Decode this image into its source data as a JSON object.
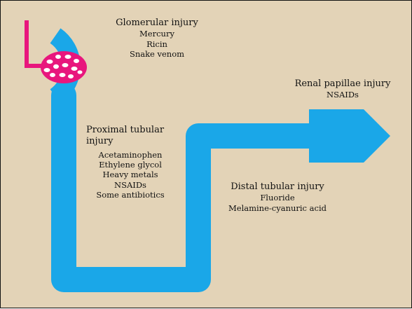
{
  "glomerular": {
    "title": "Glomerular injury",
    "agents": [
      "Mercury",
      "Ricin",
      "Snake venom"
    ]
  },
  "proximal": {
    "title": "Proximal tubular injury",
    "agents": [
      "Acetaminophen",
      "Ethylene glycol",
      "Heavy metals",
      "NSAIDs",
      "Some antibiotics"
    ]
  },
  "papillae": {
    "title": "Renal papillae injury",
    "agents": [
      "NSAIDs"
    ]
  },
  "distal": {
    "title": "Distal tubular injury",
    "agents": [
      "Fluoride",
      "Melamine-cyanuric acid"
    ]
  },
  "colors": {
    "background": "#e3d3b7",
    "tubule": "#1aa7e8",
    "glomerulus": "#e8167d"
  }
}
